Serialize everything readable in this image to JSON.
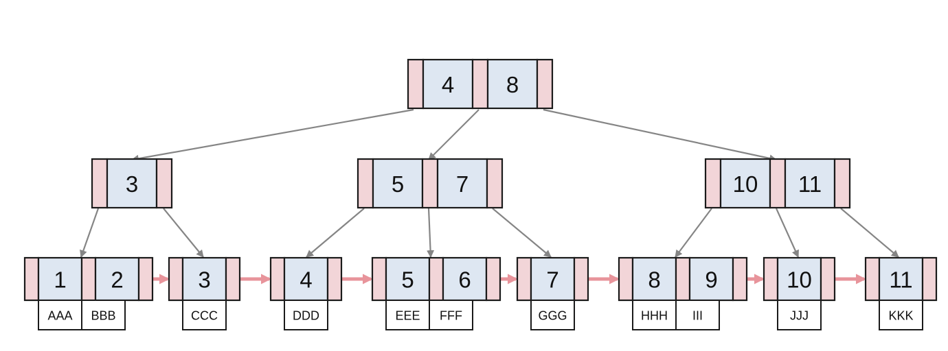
{
  "colors": {
    "pointer_fill": "#f2d5d8",
    "key_fill": "#dee7f2",
    "border": "#1a1a1a",
    "child_edge": "#858585",
    "leaf_link": "#e8949b"
  },
  "tree": {
    "root": {
      "keys": [
        "4",
        "8"
      ]
    },
    "internal": [
      {
        "keys": [
          "3"
        ]
      },
      {
        "keys": [
          "5",
          "7"
        ]
      },
      {
        "keys": [
          "10",
          "11"
        ]
      }
    ],
    "leaves": [
      {
        "keys": [
          "1",
          "2"
        ],
        "values": [
          "AAA",
          "BBB"
        ]
      },
      {
        "keys": [
          "3"
        ],
        "values": [
          "CCC"
        ]
      },
      {
        "keys": [
          "4"
        ],
        "values": [
          "DDD"
        ]
      },
      {
        "keys": [
          "5",
          "6"
        ],
        "values": [
          "EEE",
          "FFF"
        ]
      },
      {
        "keys": [
          "7"
        ],
        "values": [
          "GGG"
        ]
      },
      {
        "keys": [
          "8",
          "9"
        ],
        "values": [
          "HHH",
          "III"
        ]
      },
      {
        "keys": [
          "10"
        ],
        "values": [
          "JJJ"
        ]
      },
      {
        "keys": [
          "11"
        ],
        "values": [
          "KKK"
        ]
      }
    ]
  }
}
